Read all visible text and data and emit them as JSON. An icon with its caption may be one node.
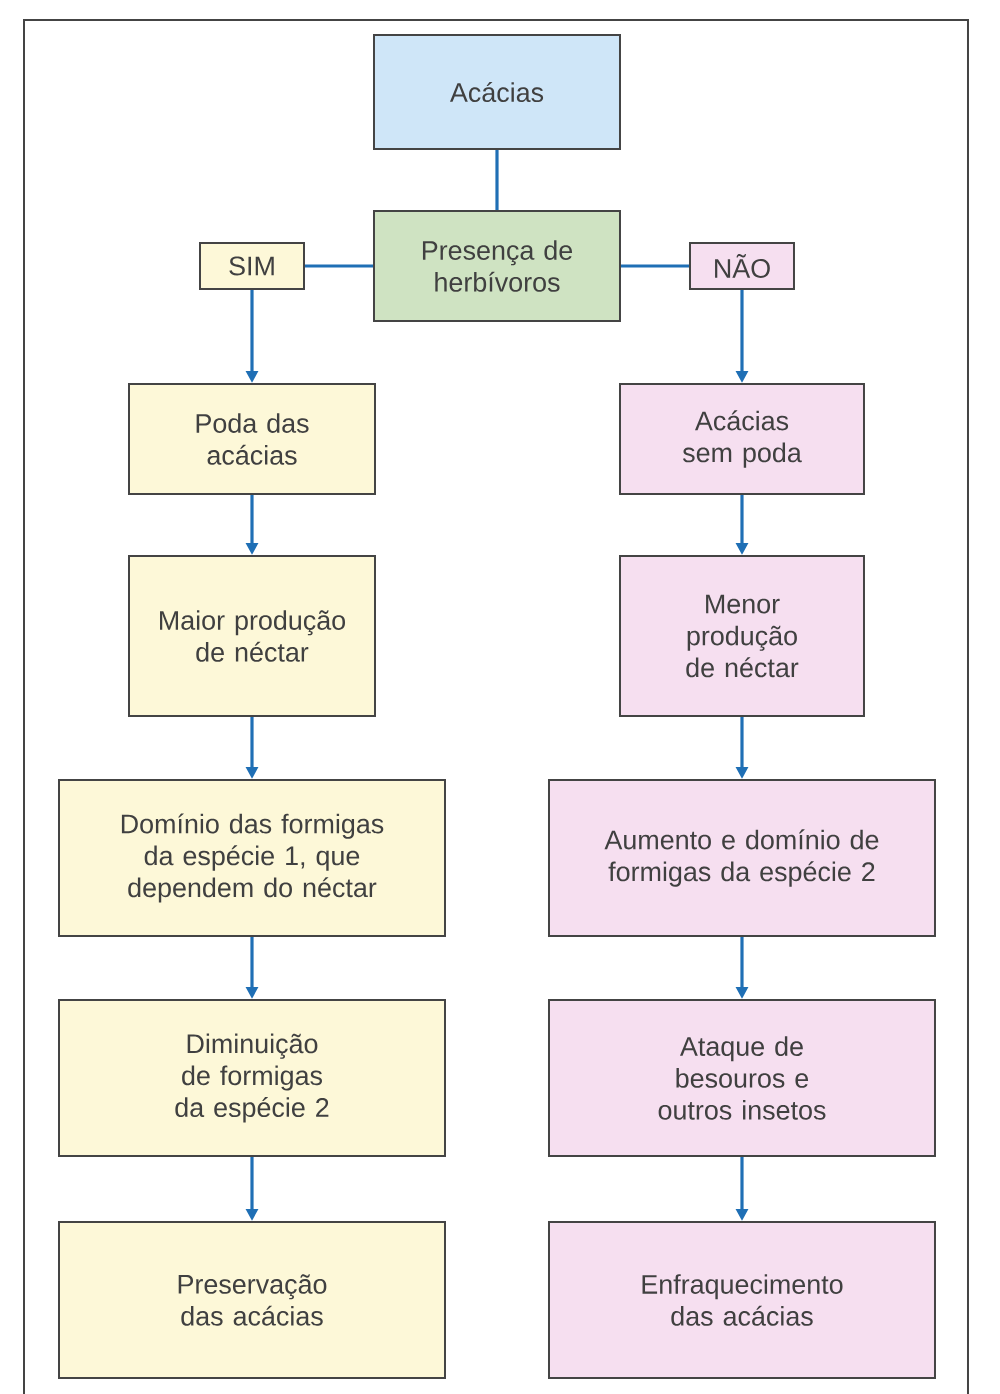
{
  "diagram": {
    "nodes": [
      {
        "text": [
          "Acácias"
        ]
      },
      {
        "text": [
          "Presença de herbívoros"
        ]
      },
      {
        "text": [
          "SIM"
        ]
      },
      {
        "text": [
          "NÃO"
        ]
      },
      {
        "text": [
          "Poda das acácias"
        ]
      },
      {
        "text": [
          "Acácias sem poda"
        ]
      },
      {
        "text": [
          "Maior produção de néctar"
        ]
      },
      {
        "text": [
          "Menor produção de néctar"
        ]
      },
      {
        "text": [
          "Domínio das formigas da espécie 1, que dependem do néctar"
        ]
      },
      {
        "text": [
          "Aumento e domínio de formigas da espécie 2"
        ]
      },
      {
        "text": [
          "Diminuição de formigas da espécie 2"
        ]
      },
      {
        "text": [
          "Ataque de besouros e outros insetos"
        ]
      },
      {
        "text": [
          "Preservação das acácias"
        ]
      },
      {
        "text": [
          "Enfraquecimento das acácias"
        ]
      }
    ],
    "edges": [
      {
        "from": 0,
        "to": 1,
        "arrow": "none"
      },
      {
        "from": 1,
        "to": 2,
        "arrow": "none"
      },
      {
        "from": 1,
        "to": 3,
        "arrow": "none"
      },
      {
        "from": 2,
        "to": 4,
        "arrow": "to"
      },
      {
        "from": 3,
        "to": 5,
        "arrow": "to"
      },
      {
        "from": 4,
        "to": 6,
        "arrow": "to"
      },
      {
        "from": 5,
        "to": 7,
        "arrow": "to"
      },
      {
        "from": 6,
        "to": 8,
        "arrow": "to"
      },
      {
        "from": 7,
        "to": 9,
        "arrow": "to"
      },
      {
        "from": 8,
        "to": 10,
        "arrow": "to"
      },
      {
        "from": 9,
        "to": 11,
        "arrow": "to"
      },
      {
        "from": 10,
        "to": 12,
        "arrow": "to"
      },
      {
        "from": 11,
        "to": 13,
        "arrow": "to"
      }
    ]
  }
}
